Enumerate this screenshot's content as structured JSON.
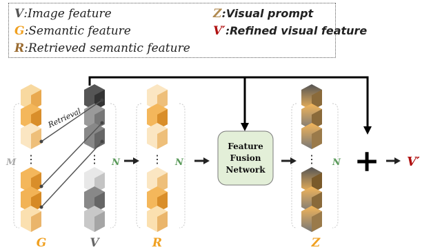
{
  "legend": {
    "items": [
      {
        "key": "V",
        "sep": ":",
        "text": "Image feature",
        "color": "#555555"
      },
      {
        "key": "G",
        "sep": ":",
        "text": "Semantic feature",
        "color": "#f0a020"
      },
      {
        "key": "R",
        "sep": ":",
        "text": "Retrieved semantic feature",
        "color": "#9a6b30"
      },
      {
        "key": "Z",
        "sep": ":",
        "text": "Visual prompt",
        "color": "#b08a50"
      },
      {
        "key": "V′",
        "sep": ":",
        "text": "Refined visual feature",
        "color": "#b01010"
      }
    ]
  },
  "diagram": {
    "labels": {
      "g": "G",
      "v": "V",
      "r": "R",
      "z": "Z",
      "m": "M",
      "n": "N",
      "retrieval": "Retrieval",
      "network_line1": "Feature",
      "network_line2": "Fusion",
      "network_line3": "Network",
      "plus": "+",
      "output": "V′",
      "dots": "⋮"
    },
    "colors": {
      "semantic": "#f0a020",
      "image": "#808080",
      "network_fill": "#e6f2dc",
      "output": "#b01010"
    }
  }
}
